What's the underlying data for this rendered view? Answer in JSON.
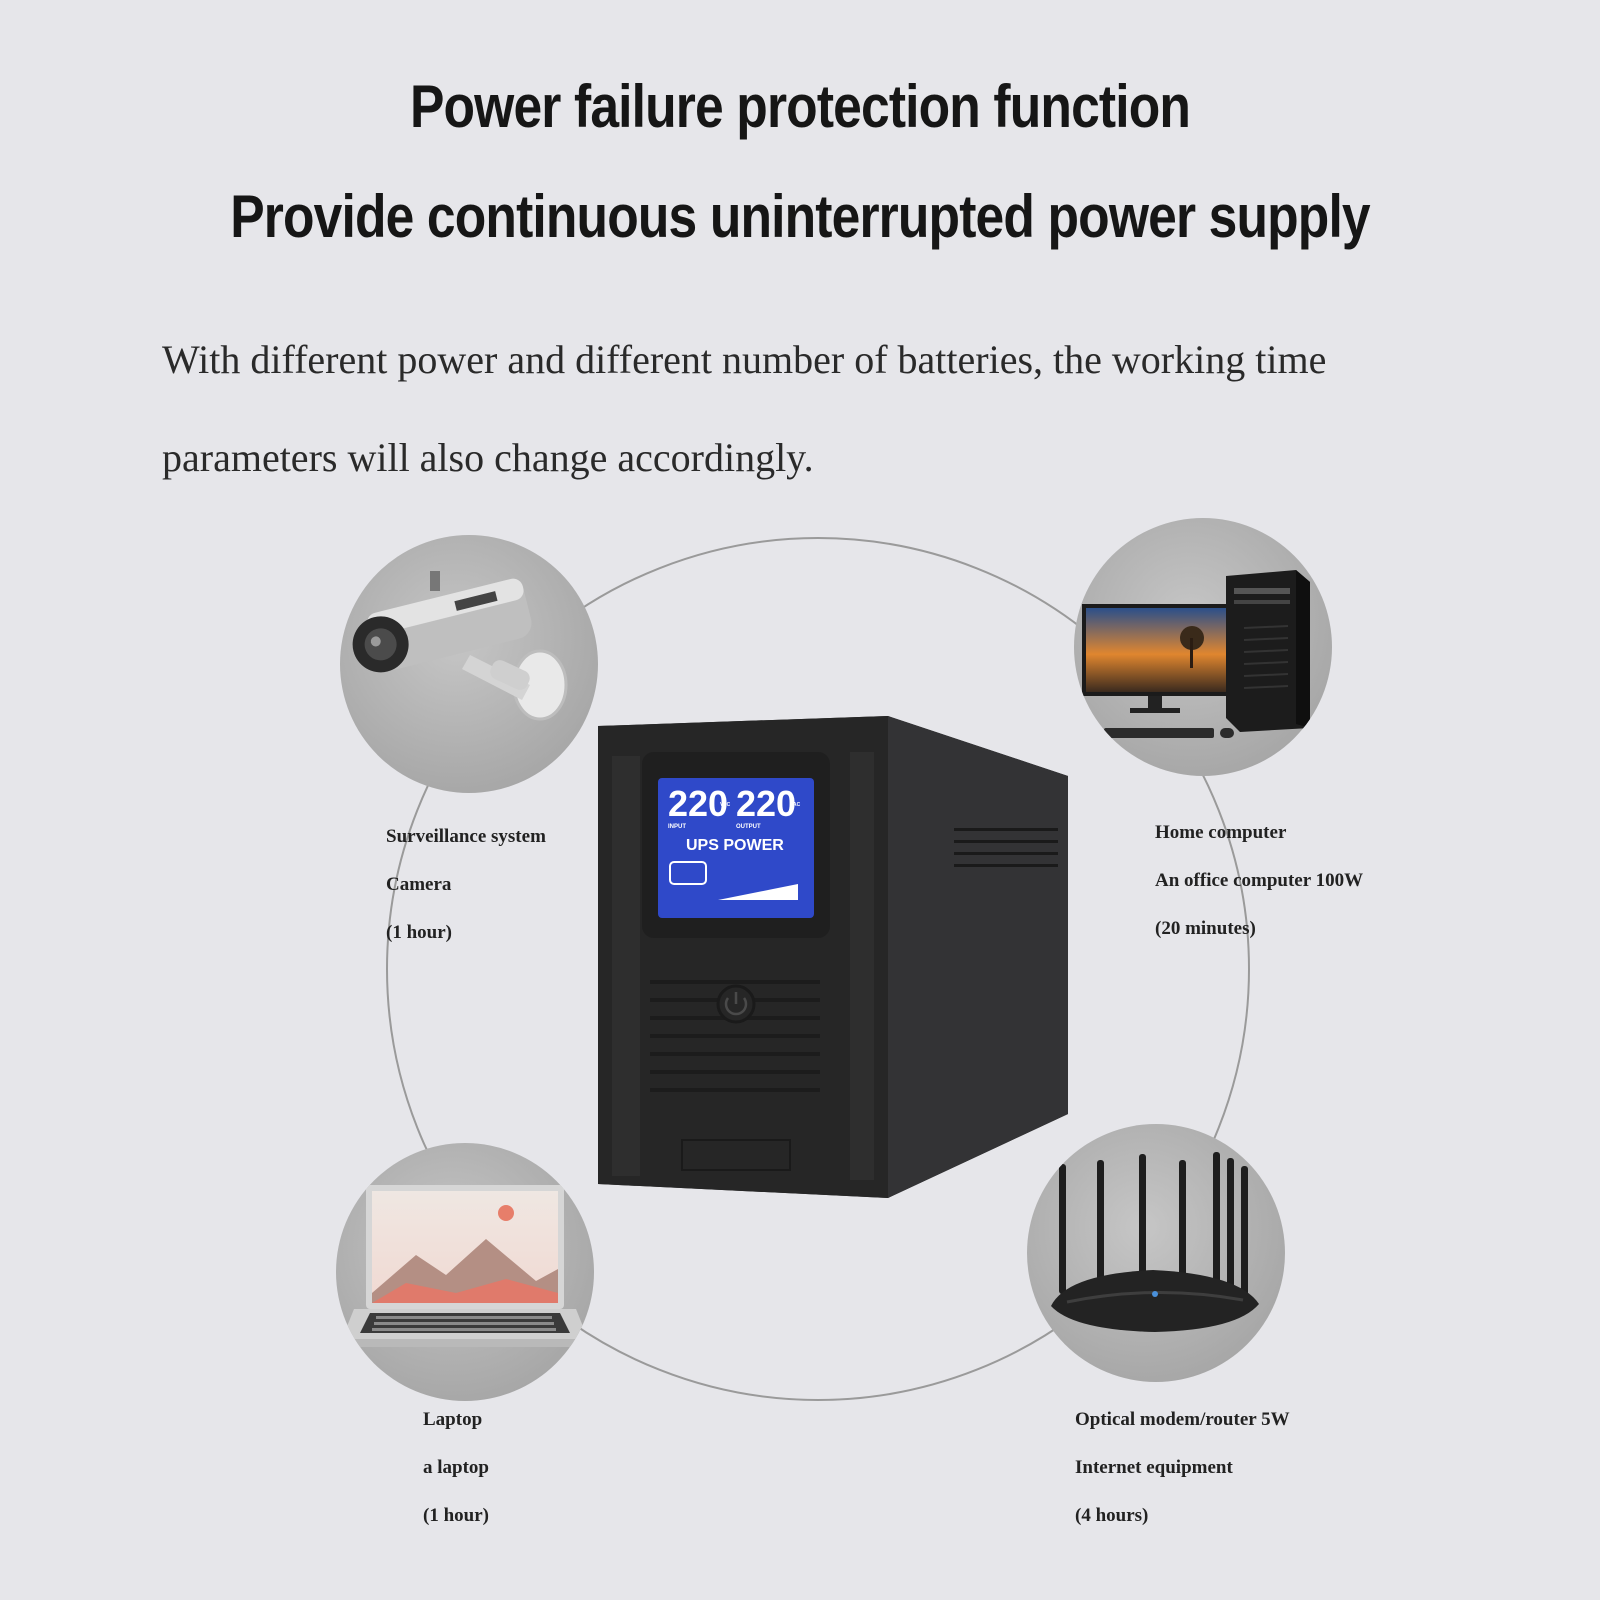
{
  "header": {
    "title_line1": "Power failure protection function",
    "title_line2": "Provide continuous uninterrupted power supply"
  },
  "description": {
    "line1": "With different power and different number of batteries, the working time",
    "line2": "parameters will also change accordingly."
  },
  "ups": {
    "input_reading": "220",
    "output_reading": "220",
    "input_label": "INPUT",
    "output_label": "OUTPUT",
    "unit": "VAC",
    "display_title": "UPS POWER"
  },
  "devices": [
    {
      "line1": "Surveillance system",
      "line2": "Camera",
      "line3": "(1 hour)",
      "icon": "camera-icon"
    },
    {
      "line1": "Home computer",
      "line2": "An office computer 100W",
      "line3": "(20 minutes)",
      "icon": "desktop-computer-icon"
    },
    {
      "line1": "Laptop",
      "line2": "a laptop",
      "line3": "(1 hour)",
      "icon": "laptop-icon"
    },
    {
      "line1": "Optical modem/router 5W",
      "line2": "Internet equipment",
      "line3": "(4 hours)",
      "icon": "router-icon"
    }
  ],
  "colors": {
    "background": "#e6e6ea",
    "ups_body": "#2b2b2b",
    "lcd_blue": "#2f49c9"
  }
}
